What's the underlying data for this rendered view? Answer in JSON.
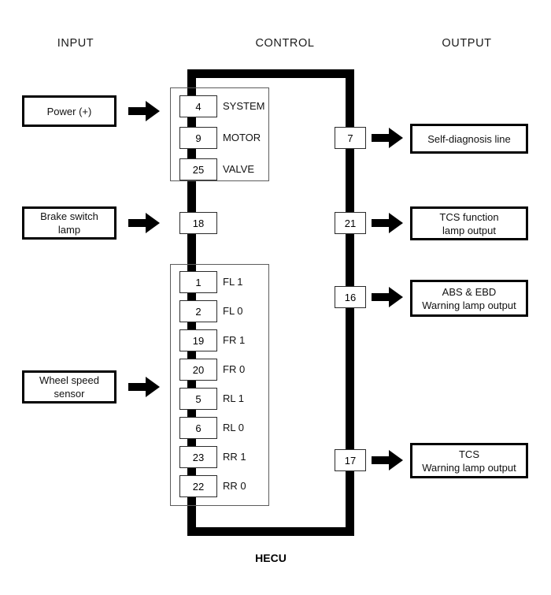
{
  "diagram": {
    "caption": "HECU",
    "columns": [
      {
        "id": "input",
        "label": "INPUT"
      },
      {
        "id": "control",
        "label": "CONTROL"
      },
      {
        "id": "output",
        "label": "OUTPUT"
      }
    ],
    "inputs": [
      {
        "id": "power",
        "line1": "Power (+)",
        "line2": ""
      },
      {
        "id": "brake-switch-lamp",
        "line1": "Brake switch",
        "line2": "lamp"
      },
      {
        "id": "wheel-speed-sensor",
        "line1": "Wheel speed",
        "line2": "sensor"
      }
    ],
    "control_groups": [
      {
        "id": "power-group",
        "pins": [
          {
            "pin": "4",
            "label": "SYSTEM"
          },
          {
            "pin": "9",
            "label": "MOTOR"
          },
          {
            "pin": "25",
            "label": "VALVE"
          }
        ]
      },
      {
        "id": "wheel-speed-group",
        "pins": [
          {
            "pin": "1",
            "label": "FL 1"
          },
          {
            "pin": "2",
            "label": "FL 0"
          },
          {
            "pin": "19",
            "label": "FR 1"
          },
          {
            "pin": "20",
            "label": "FR 0"
          },
          {
            "pin": "5",
            "label": "RL 1"
          },
          {
            "pin": "6",
            "label": "RL 0"
          },
          {
            "pin": "23",
            "label": "RR 1"
          },
          {
            "pin": "22",
            "label": "RR 0"
          }
        ]
      }
    ],
    "standalone_pins": [
      {
        "id": "brake-switch-pin",
        "pin": "18",
        "label": ""
      }
    ],
    "outputs": [
      {
        "id": "self-diagnosis-line",
        "pin": "7",
        "line1": "Self-diagnosis line",
        "line2": ""
      },
      {
        "id": "tcs-function-lamp",
        "pin": "21",
        "line1": "TCS function",
        "line2": "lamp output"
      },
      {
        "id": "abs-ebd-warning",
        "pin": "16",
        "line1": "ABS & EBD",
        "line2": "Warning lamp output"
      },
      {
        "id": "tcs-warning-lamp",
        "pin": "17",
        "line1": "TCS",
        "line2": "Warning lamp output"
      }
    ],
    "colors": {
      "line": "#000000",
      "background": "#ffffff",
      "group_border": "#5c5c5c",
      "pin_border": "#2b2b2b"
    }
  }
}
